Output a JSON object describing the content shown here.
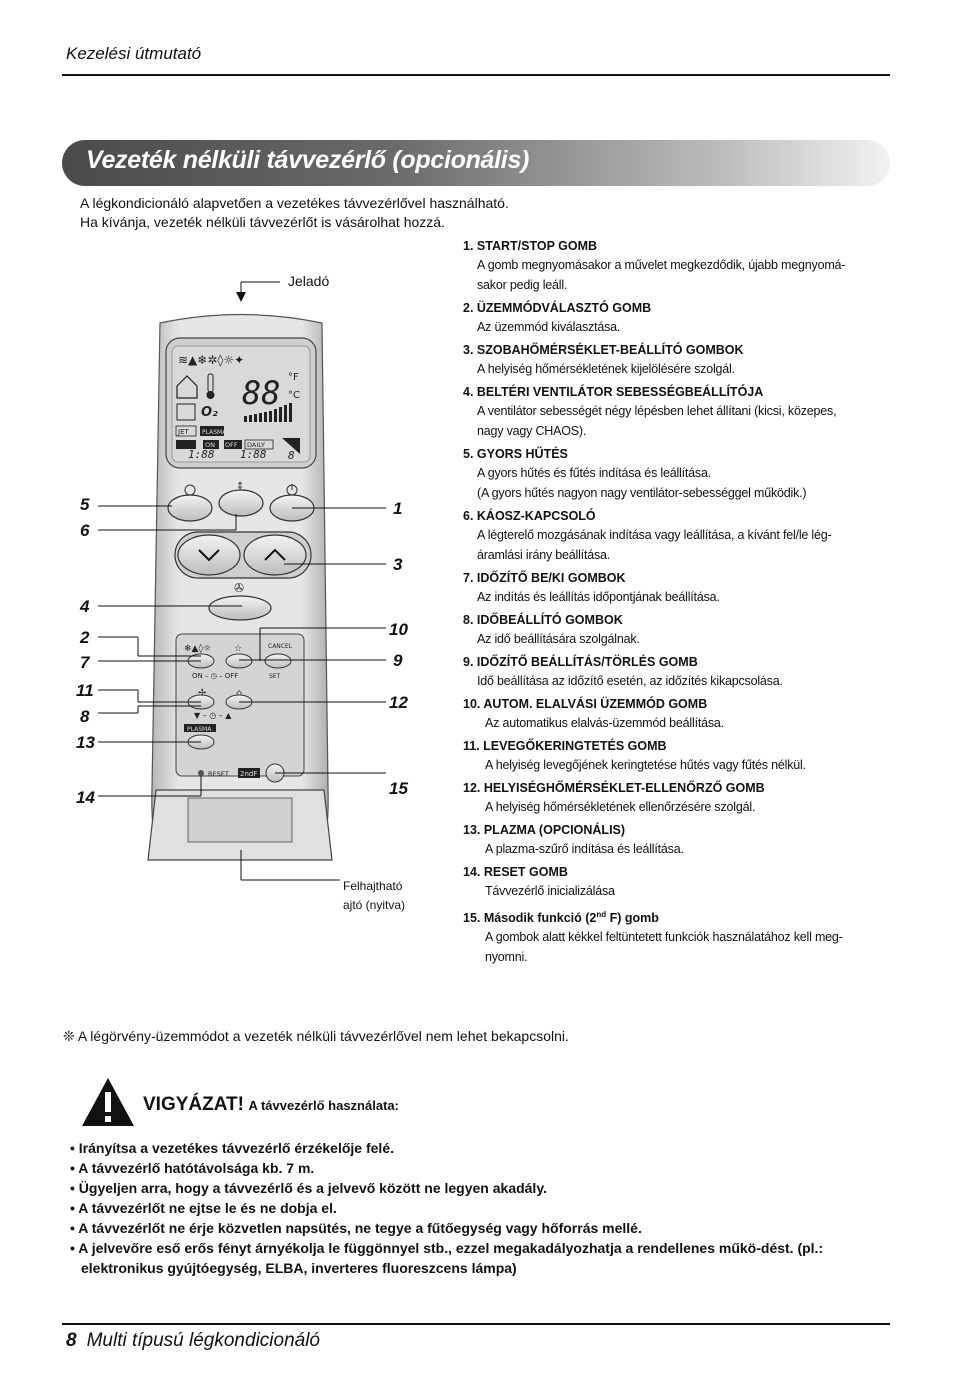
{
  "header": {
    "text": "Kezelési útmutató"
  },
  "title": "Vezeték nélküli távvezérlő (opcionális)",
  "intro": [
    "A légkondicionáló alapvetően a vezetékes távvezérlővel használható.",
    "Ha kívánja, vezeték nélküli távvezérlőt is vásárolhat hozzá."
  ],
  "diagram": {
    "transmitter_label": "Jeladó",
    "door_label_1": "Felhajtható",
    "door_label_2": "ajtó (nyitva)",
    "callouts": [
      "5",
      "6",
      "4",
      "2",
      "7",
      "11",
      "8",
      "13",
      "14",
      "1",
      "3",
      "10",
      "9",
      "12",
      "15"
    ],
    "remote_text": {
      "jet": "JET",
      "plasma": "PLASMA",
      "on": "ON",
      "off": "OFF",
      "daily": "DAILY",
      "cancel": "CANCEL",
      "set": "SET",
      "on_off": "ON – ◷ – OFF",
      "reset": "RESET",
      "plasma_btn": "PLASMA",
      "second_f": "2ndF",
      "digits": "88",
      "o2": "O₂"
    }
  },
  "items": [
    {
      "title": "1. START/STOP GOMB",
      "desc": [
        "A gomb megnyomásakor a művelet megkezdődik, újabb megnyomá-",
        "sakor pedig leáll."
      ]
    },
    {
      "title": "2. ÜZEMMÓDVÁLASZTÓ GOMB",
      "desc": [
        "Az üzemmód kiválasztása."
      ]
    },
    {
      "title": "3. SZOBAHŐMÉRSÉKLET-BEÁLLÍTÓ GOMBOK",
      "desc": [
        "A helyiség hőmérsékletének kijelölésére szolgál."
      ]
    },
    {
      "title": "4. BELTÉRI VENTILÁTOR SEBESSÉGBEÁLLÍTÓJA",
      "desc": [
        "A ventilátor sebességét négy lépésben lehet állítani (kicsi, közepes,",
        "nagy vagy CHAOS)."
      ]
    },
    {
      "title": "5. GYORS HŰTÉS",
      "desc": [
        "A gyors hűtés és fűtés indítása és leállítása.",
        "(A gyors hűtés nagyon nagy ventilátor-sebességgel működik.)"
      ]
    },
    {
      "title": "6. KÁOSZ-KAPCSOLÓ",
      "desc": [
        "A légterelő mozgásának indítása vagy leállítása, a kívánt fel/le lég-",
        "áramlási irány beállítása."
      ]
    },
    {
      "title": "7. IDŐZÍTŐ BE/KI GOMBOK",
      "desc": [
        "Az indítás és leállítás időpontjának beállítása."
      ]
    },
    {
      "title": "8. IDŐBEÁLLÍTÓ GOMBOK",
      "desc": [
        "Az idő beállítására szolgálnak."
      ]
    },
    {
      "title": "9. IDŐZÍTŐ BEÁLLÍTÁS/TÖRLÉS GOMB",
      "desc": [
        "Idő beállítása az időzítő esetén, az időzítés kikapcsolása."
      ]
    },
    {
      "title": "10. AUTOM. ELALVÁSI ÜZEMMÓD GOMB",
      "desc": [
        "Az automatikus elalvás-üzemmód beállítása."
      ]
    },
    {
      "title": "11. LEVEGŐKERINGTETÉS GOMB",
      "desc": [
        "A helyiség levegőjének keringtetése hűtés vagy fűtés nélkül."
      ]
    },
    {
      "title": "12. HELYISÉGHŐMÉRSÉKLET-ELLENŐRZŐ GOMB",
      "desc": [
        "A helyiség hőmérsékletének ellenőrzésére szolgál."
      ]
    },
    {
      "title": "13. PLAZMA (OPCIONÁLIS)",
      "desc": [
        "A plazma-szűrő indítása és leállítása."
      ]
    },
    {
      "title": "14. RESET GOMB",
      "desc": [
        "Távvezérlő inicializálása"
      ]
    },
    {
      "title_pre": "15. Második funkció (2",
      "title_sup": "nd",
      "title_post": " F) gomb",
      "desc": [
        "A gombok alatt kékkel feltüntetett funkciók használatához kell meg-",
        "nyomni."
      ]
    }
  ],
  "note": "❊ A légörvény-üzemmódot a vezeték nélküli távvezérlővel nem lehet bekapcsolni.",
  "warning": {
    "heading": "VIGYÁZAT!",
    "subheading": "A távvezérlő használata:",
    "items": [
      "Irányítsa a vezetékes távvezérlő érzékelője felé.",
      "A távvezérlő hatótávolsága kb. 7 m.",
      "Ügyeljen arra, hogy a távvezérlő és a jelvevő között ne legyen akadály.",
      "A távvezérlőt ne ejtse le és ne dobja el.",
      "A távvezérlőt ne érje közvetlen napsütés, ne tegye a fűtőegység vagy hőforrás mellé.",
      "A jelvevőre eső erős fényt árnyékolja le függönnyel stb., ezzel megakadályozhatja a rendellenes műkö-dést. (pl.: elektronikus gyújtóegység, ELBA, inverteres fluoreszcens lámpa)"
    ]
  },
  "footer": {
    "page": "8",
    "text": "Multi típusú légkondicionáló"
  }
}
